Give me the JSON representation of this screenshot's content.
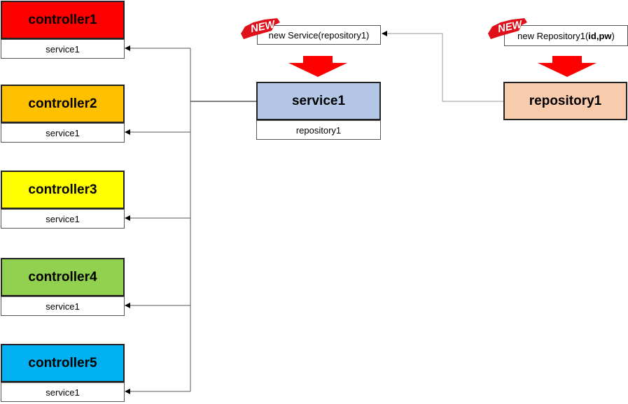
{
  "controllers": [
    {
      "title": "controller1",
      "field": "service1",
      "color": "#ff0000"
    },
    {
      "title": "controller2",
      "field": "service1",
      "color": "#ffc000"
    },
    {
      "title": "controller3",
      "field": "service1",
      "color": "#ffff00"
    },
    {
      "title": "controller4",
      "field": "service1",
      "color": "#92d050"
    },
    {
      "title": "controller5",
      "field": "service1",
      "color": "#00b0f0"
    }
  ],
  "service": {
    "title": "service1",
    "field": "repository1",
    "color": "#b4c7e7"
  },
  "repository": {
    "title": "repository1",
    "color": "#f8cbad"
  },
  "service_note": "new Service(repository1)",
  "repository_note": {
    "prefix": "new Repository1(",
    "args": "id,pw",
    "suffix": ")"
  },
  "new_badge": "NEW",
  "colors": {
    "arrow_red": "#ff0000",
    "badge_red": "#e0101a",
    "line": "#000000",
    "line_gray": "#999999"
  }
}
